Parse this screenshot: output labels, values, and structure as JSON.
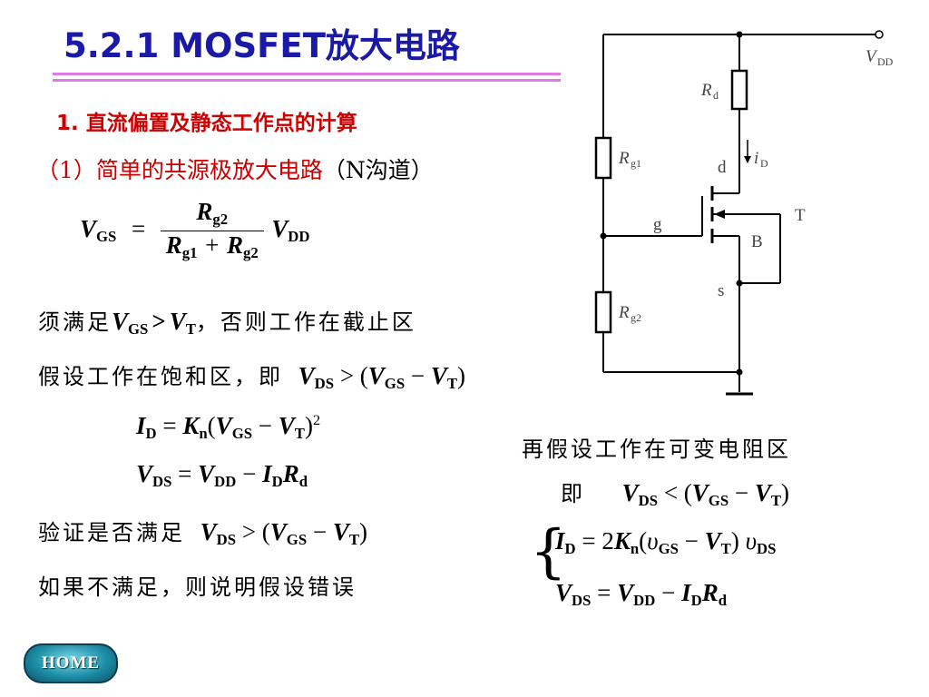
{
  "title": "5.2.1  MOSFET放大电路",
  "section_heading": "1. 直流偏置及静态工作点的计算",
  "subheading": {
    "red_part": "（1）简单的共源极放大电路",
    "black_part": "（N沟道）"
  },
  "formula_vgs": {
    "lhs": "V",
    "lhs_sub": "GS",
    "num": "R",
    "num_sub": "g2",
    "den_a": "R",
    "den_a_sub": "g1",
    "den_b": "R",
    "den_b_sub": "g2",
    "rhs": "V",
    "rhs_sub": "DD"
  },
  "condition_line": {
    "prefix": "须满足",
    "suffix": "，否则工作在截止区"
  },
  "assume_sat": {
    "text": "假设工作在饱和区，即"
  },
  "verify_line": {
    "text": "验证是否满足"
  },
  "failure_line": {
    "text": "如果不满足，则说明假设错误"
  },
  "variable_region": {
    "line1": "再假设工作在可变电阻区",
    "line2": "即"
  },
  "circuit_labels": {
    "vdd": "V",
    "vdd_sub": "DD",
    "rd": "R",
    "rd_sub": "d",
    "rg1": "R",
    "rg1_sub": "g1",
    "rg2": "R",
    "rg2_sub": "g2",
    "drain": "d",
    "gate": "g",
    "source": "s",
    "current": "i",
    "current_sub": "D",
    "body": "B",
    "terminal_t": "T"
  },
  "home_button": "HOME",
  "colors": {
    "title": "#1a1aa6",
    "rule": "#e07ae6",
    "heading_red": "#cc0000",
    "circuit_label": "#444444"
  }
}
